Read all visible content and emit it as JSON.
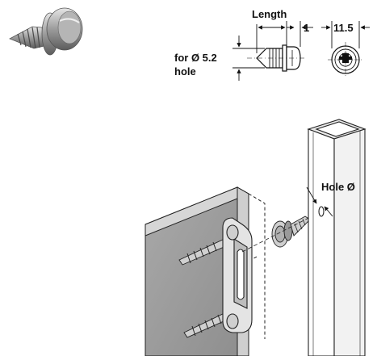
{
  "labels": {
    "length": "Length",
    "gap": "1",
    "diameter": "11.5",
    "for_hole_line1": "for Ø 5.2",
    "for_hole_line2": "hole",
    "hole_diameter": "Hole Ø"
  },
  "colors": {
    "line": "#111111",
    "panel_face": "#9a9a9a",
    "panel_edge": "#d6d6d6",
    "metal": "#c8c8c8",
    "metal_dark": "#6f6f6f"
  }
}
